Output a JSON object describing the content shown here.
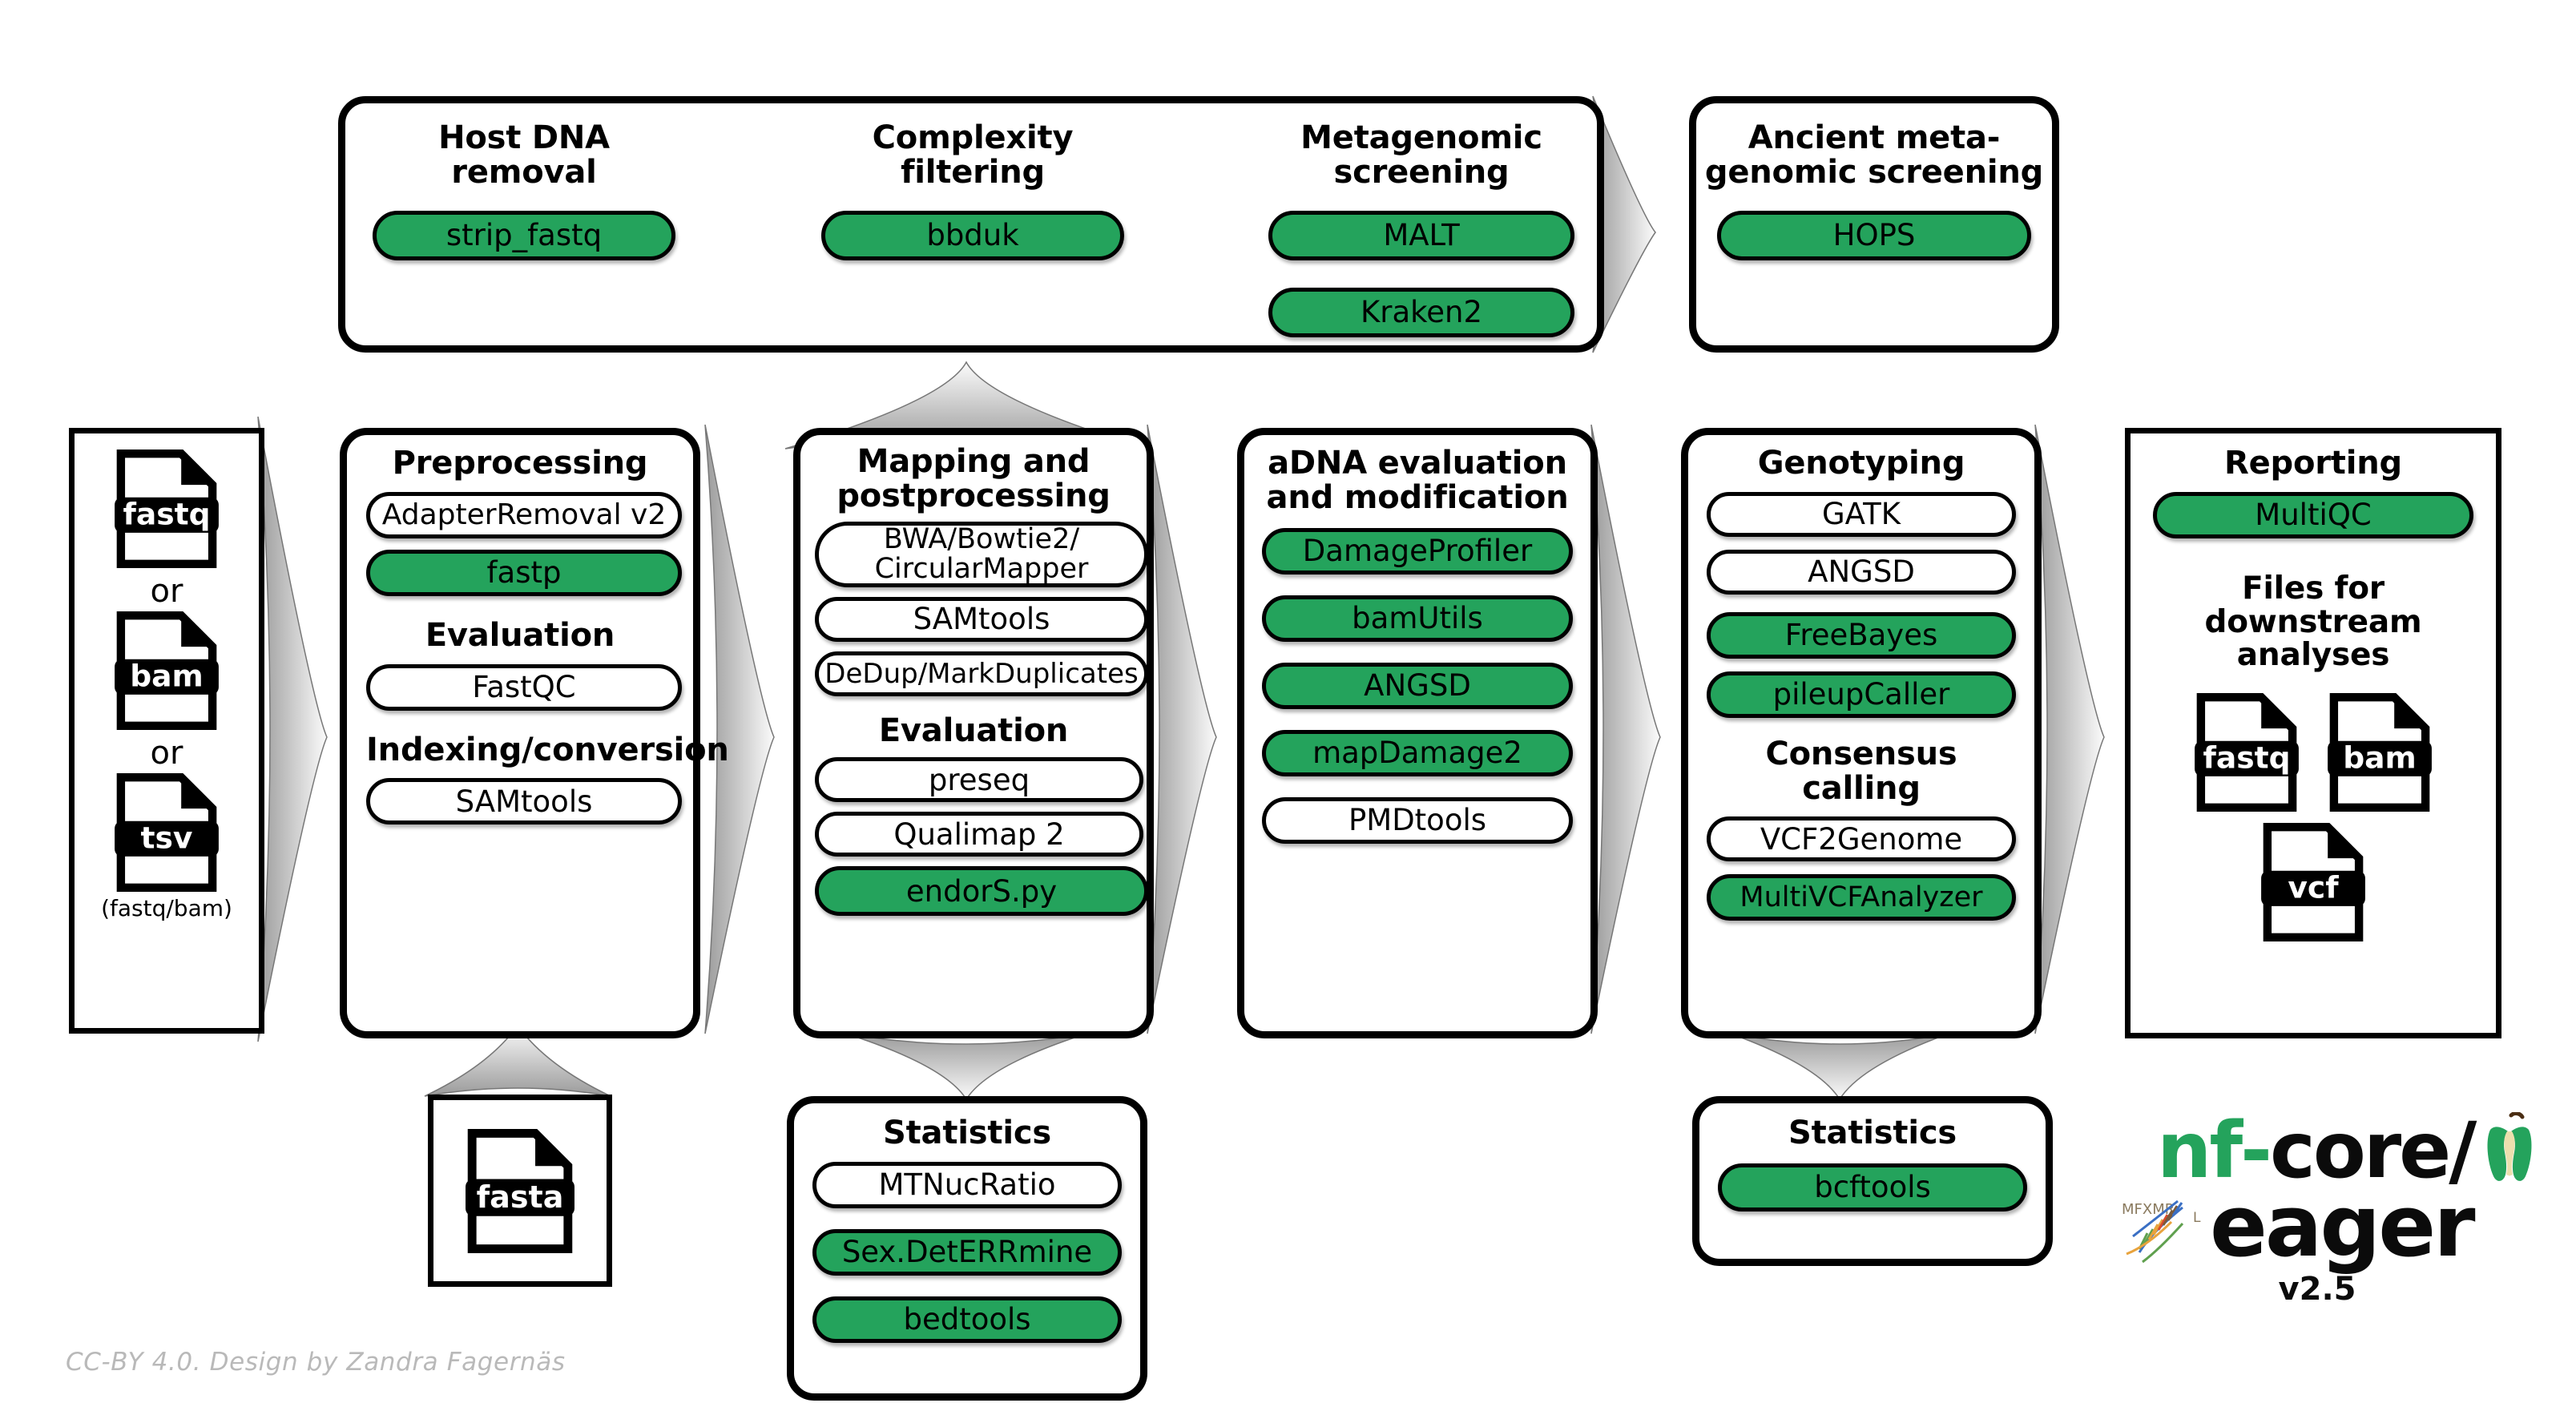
{
  "theme": {
    "green": "#24a35c",
    "black": "#000000",
    "arrow_gray": "#a9a9a9",
    "credit_gray": "#b9b9b9"
  },
  "top_group": {
    "sections": [
      {
        "title": "Host DNA\nremoval",
        "title_l1": "Host DNA",
        "title_l2": "removal",
        "tools": [
          {
            "label": "strip_fastq",
            "green": true
          }
        ]
      },
      {
        "title_l1": "Complexity",
        "title_l2": "filtering",
        "tools": [
          {
            "label": "bbduk",
            "green": true
          }
        ]
      },
      {
        "title_l1": "Metagenomic",
        "title_l2": "screening",
        "tools": [
          {
            "label": "MALT",
            "green": true
          },
          {
            "label": "Kraken2",
            "green": true
          }
        ]
      }
    ]
  },
  "ancient_meta": {
    "title_l1": "Ancient meta-",
    "title_l2": "genomic screening",
    "tools": [
      {
        "label": "HOPS",
        "green": true
      }
    ]
  },
  "inputs": {
    "files": [
      {
        "ext": "fastq"
      },
      {
        "ext": "bam"
      },
      {
        "ext": "tsv"
      }
    ],
    "separator": "or",
    "note": "(fastq/bam)"
  },
  "preprocessing": {
    "title": "Preprocessing",
    "tools": [
      {
        "label": "AdapterRemoval v2",
        "green": false
      },
      {
        "label": "fastp",
        "green": true
      }
    ],
    "sub_headings": [
      {
        "title": "Evaluation",
        "tools": [
          {
            "label": "FastQC",
            "green": false
          }
        ]
      },
      {
        "title": "Indexing/conversion",
        "tools": [
          {
            "label": "SAMtools",
            "green": false
          }
        ]
      }
    ]
  },
  "reference": {
    "ext": "fasta"
  },
  "mapping": {
    "title_l1": "Mapping and",
    "title_l2": "postprocessing",
    "tools": [
      {
        "label_l1": "BWA/Bowtie2/",
        "label_l2": "CircularMapper",
        "green": false,
        "two_line": true
      },
      {
        "label": "SAMtools",
        "green": false
      },
      {
        "label": "DeDup/MarkDuplicates",
        "green": false
      }
    ],
    "sub_headings": [
      {
        "title": "Evaluation",
        "tools": [
          {
            "label": "preseq",
            "green": false
          },
          {
            "label": "Qualimap 2",
            "green": false
          },
          {
            "label": "endorS.py",
            "green": true
          }
        ]
      }
    ]
  },
  "stats_left": {
    "title": "Statistics",
    "tools": [
      {
        "label": "MTNucRatio",
        "green": false
      },
      {
        "label": "Sex.DetERRmine",
        "green": true
      },
      {
        "label": "bedtools",
        "green": true
      }
    ]
  },
  "adna": {
    "title_l1": "aDNA evaluation",
    "title_l2": "and modification",
    "tools": [
      {
        "label": "DamageProfiler",
        "green": true
      },
      {
        "label": "bamUtils",
        "green": true
      },
      {
        "label": "ANGSD",
        "green": true
      },
      {
        "label": "mapDamage2",
        "green": true
      },
      {
        "label": "PMDtools",
        "green": false
      }
    ]
  },
  "genotyping": {
    "title": "Genotyping",
    "tools": [
      {
        "label": "GATK",
        "green": false
      },
      {
        "label": "ANGSD",
        "green": false
      },
      {
        "label": "FreeBayes",
        "green": true
      },
      {
        "label": "pileupCaller",
        "green": true
      }
    ],
    "sub_headings": [
      {
        "title": "Consensus calling",
        "tools": [
          {
            "label": "VCF2Genome",
            "green": false
          },
          {
            "label": "MultiVCFAnalyzer",
            "green": true
          }
        ]
      }
    ]
  },
  "stats_right": {
    "title": "Statistics",
    "tools": [
      {
        "label": "bcftools",
        "green": true
      }
    ]
  },
  "reporting": {
    "title": "Reporting",
    "tools": [
      {
        "label": "MultiQC",
        "green": true
      }
    ],
    "downstream_title_l1": "Files for downstream",
    "downstream_title_l2": "analyses",
    "files": [
      {
        "ext": "fastq"
      },
      {
        "ext": "bam"
      },
      {
        "ext": "vcf"
      }
    ]
  },
  "logo": {
    "nf": "nf",
    "dash": "-",
    "core": "core/",
    "eager": "eager",
    "version": "v2.5"
  },
  "credit": "CC-BY 4.0. Design by Zandra Fagernäs"
}
